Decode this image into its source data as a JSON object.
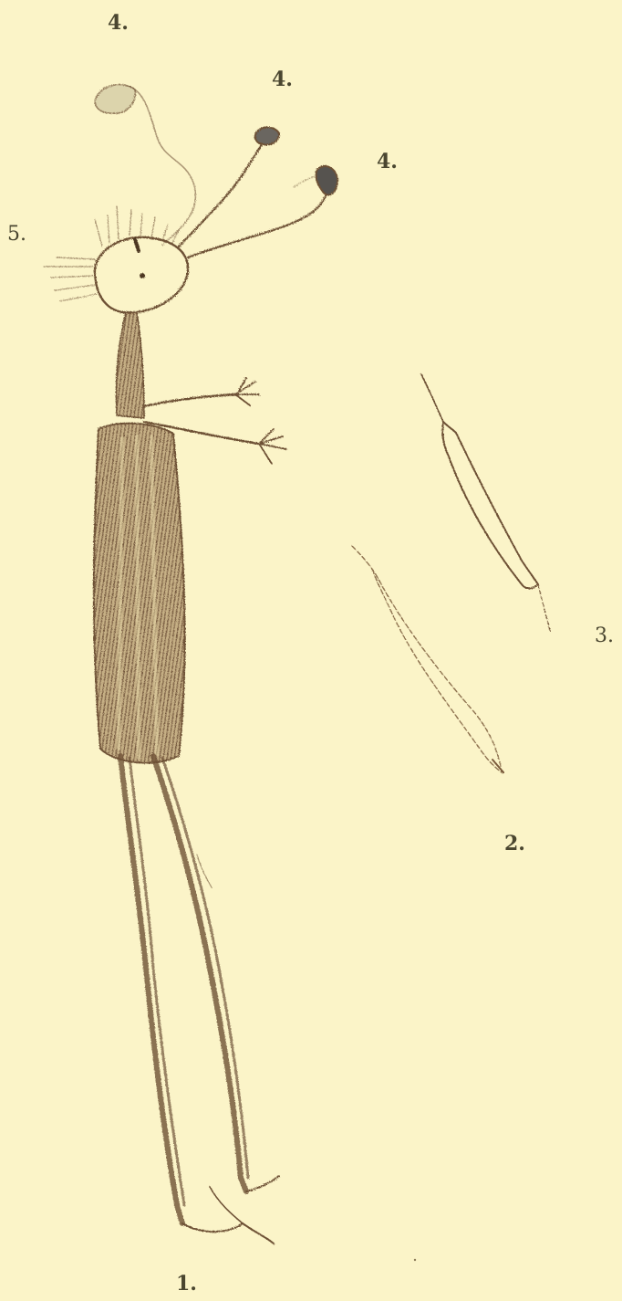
{
  "labels": {
    "figure_1": "1.",
    "figure_2": "2.",
    "figure_3": "3.",
    "figure_4_left": "4.",
    "figure_4_middle": "4.",
    "figure_4_right": "4.",
    "figure_5": "5."
  },
  "colors": {
    "paper": "#fbf4c8",
    "ink": "#7a5a3a",
    "ink_dark": "#4e3823",
    "label": "#4a4630"
  }
}
